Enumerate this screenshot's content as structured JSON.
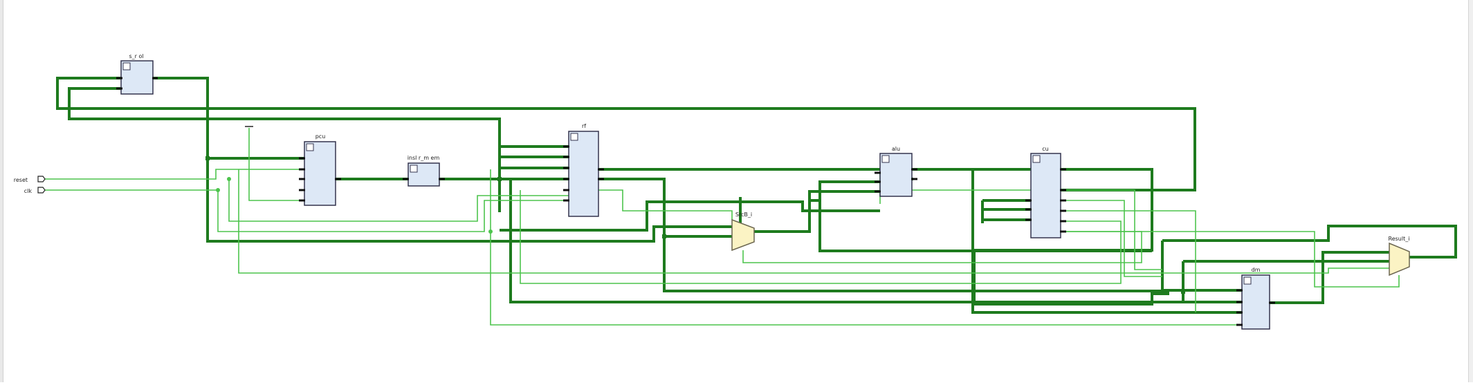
{
  "ports": [
    {
      "id": "reset",
      "label": "reset"
    },
    {
      "id": "clk",
      "label": "clk"
    }
  ],
  "cells": [
    {
      "id": "s_reg",
      "label": "s_r ol"
    },
    {
      "id": "pcu",
      "label": "pcu"
    },
    {
      "id": "imem",
      "label": "insl r_m em"
    },
    {
      "id": "rf",
      "label": "rf"
    },
    {
      "id": "alu",
      "label": "alu"
    },
    {
      "id": "cu",
      "label": "cu"
    },
    {
      "id": "dm",
      "label": "dm"
    }
  ],
  "muxes": [
    {
      "id": "srcb_mux",
      "label": "SrcB_i"
    },
    {
      "id": "result_mux",
      "label": "Result_i"
    }
  ],
  "colors": {
    "bus": "#1e7b1e",
    "bit": "#4cc44c",
    "cell_fill": "#dde8f6",
    "mux_fill": "#fbf3c4"
  }
}
